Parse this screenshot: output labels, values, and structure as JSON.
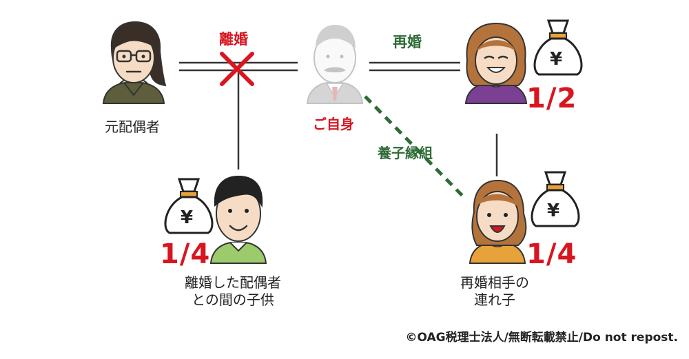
{
  "labels": {
    "ex_spouse": "元配偶者",
    "self": "ご自身",
    "divorce": "離婚",
    "remarriage": "再婚",
    "adoption": "養子縁組",
    "child_ex_line1": "離婚した配偶者",
    "child_ex_line2": "との間の子供",
    "stepchild_line1": "再婚相手の",
    "stepchild_line2": "連れ子"
  },
  "shares": {
    "spouse": "1/2",
    "child_ex": "1/4",
    "stepchild": "1/4"
  },
  "money_symbol": "¥",
  "copyright": "©OAG税理士法人/無断転載禁止/Do not repost.",
  "colors": {
    "accent_red": "#d7161f",
    "accent_green": "#2e6b35",
    "line": "#333333",
    "bag_tie": "#e8a23a",
    "self_faded": "#c9c9c9"
  },
  "icons": [
    "ex-spouse-person-icon",
    "self-person-icon",
    "spouse-person-icon",
    "child-person-icon",
    "stepchild-person-icon",
    "money-bag-icon",
    "cross-mark-icon"
  ]
}
